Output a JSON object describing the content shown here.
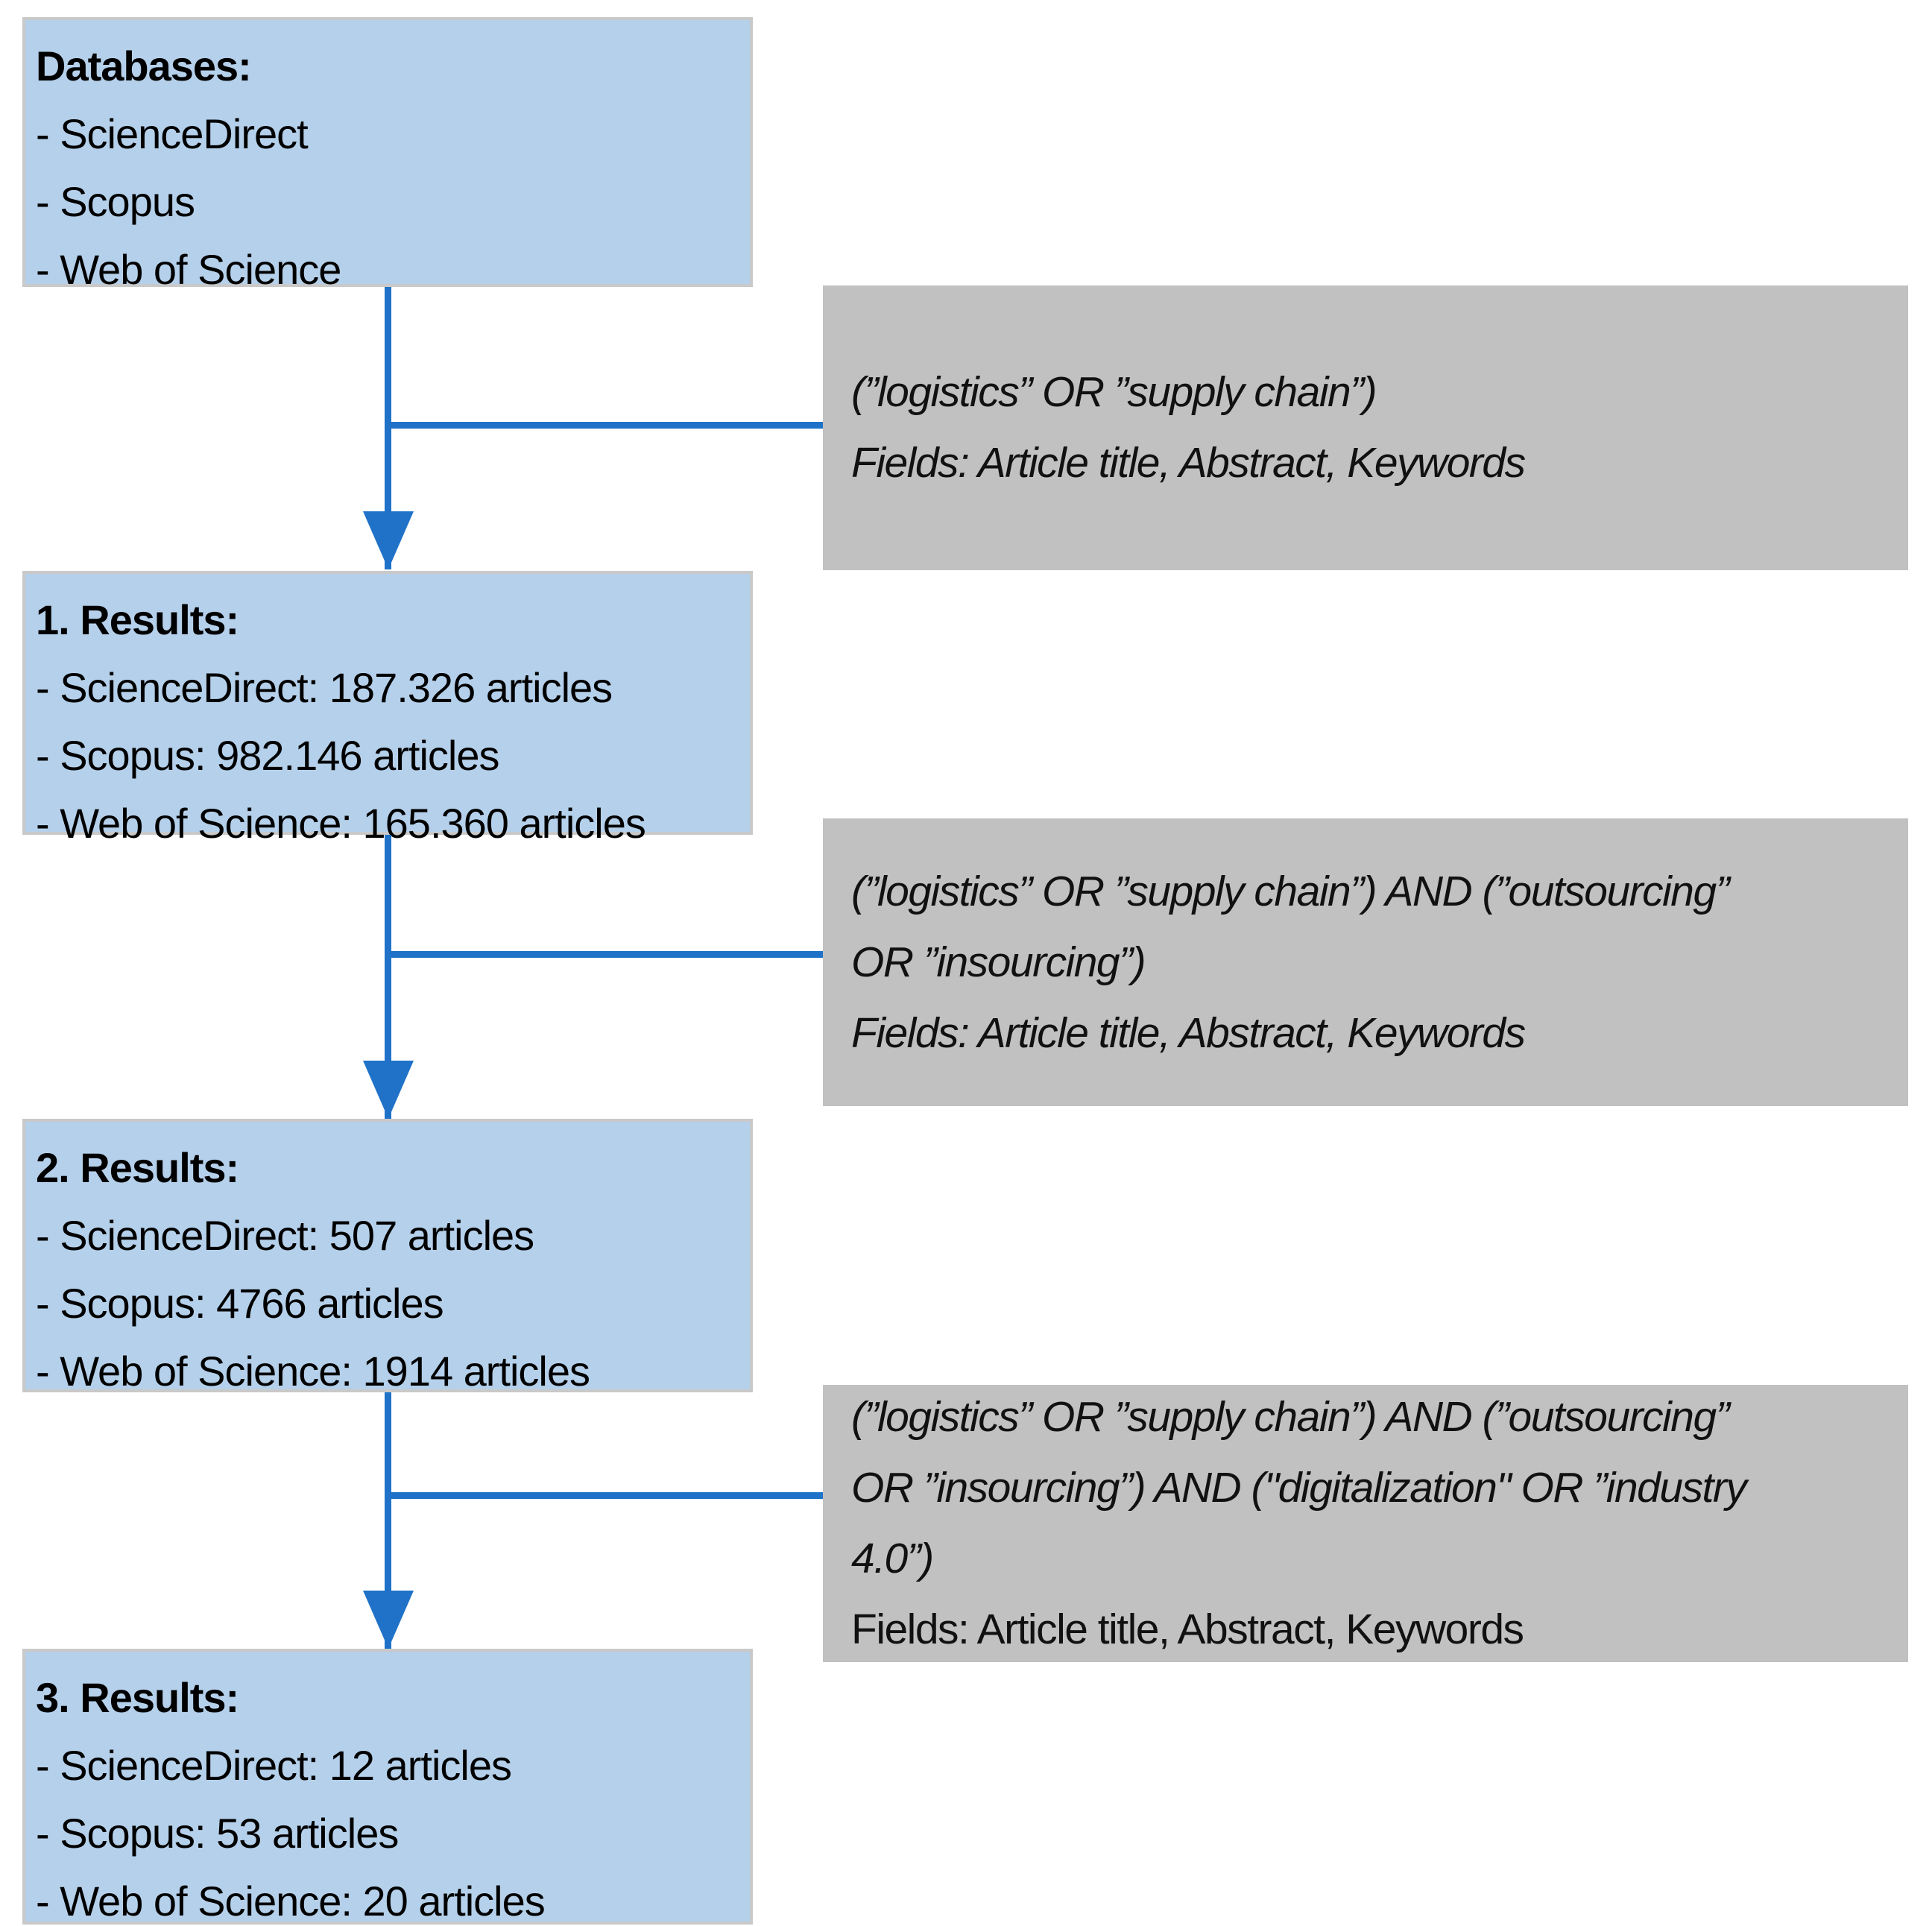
{
  "colors": {
    "box_blue": "#b5d0ea",
    "box_gray": "#c1c1c1",
    "arrow_blue": "#1f72c8",
    "box_border_gray": "#c9c9c9",
    "text_black": "#000000"
  },
  "databases_box": {
    "title": "Databases:",
    "items": [
      "- ScienceDirect",
      "- Scopus",
      "- Web of Science"
    ]
  },
  "results_boxes": [
    {
      "title": "1. Results:",
      "items": [
        "- ScienceDirect: 187.326 articles",
        "- Scopus: 982.146 articles",
        "- Web of Science: 165.360 articles"
      ]
    },
    {
      "title": "2. Results:",
      "items": [
        "- ScienceDirect: 507 articles",
        "- Scopus: 4766 articles",
        "- Web of Science: 1914 articles"
      ]
    },
    {
      "title": "3. Results:",
      "items": [
        "- ScienceDirect: 12 articles",
        "- Scopus: 53 articles",
        "- Web of Science: 20 articles"
      ]
    }
  ],
  "query_boxes": [
    {
      "query_lines": [
        "(”logistics” OR ”supply chain”)"
      ],
      "fields": "Fields: Article title, Abstract, Keywords"
    },
    {
      "query_lines": [
        "(”logistics” OR ”supply chain”) AND (”outsourcing”",
        "OR ”insourcing”)"
      ],
      "fields": "Fields: Article title, Abstract, Keywords"
    },
    {
      "query_lines": [
        "(”logistics” OR ”supply chain”) AND (”outsourcing”",
        "OR ”insourcing”) AND (\"digitalization\" OR ”industry",
        "4.0”)"
      ],
      "fields": "Fields: Article title, Abstract, Keywords"
    }
  ]
}
